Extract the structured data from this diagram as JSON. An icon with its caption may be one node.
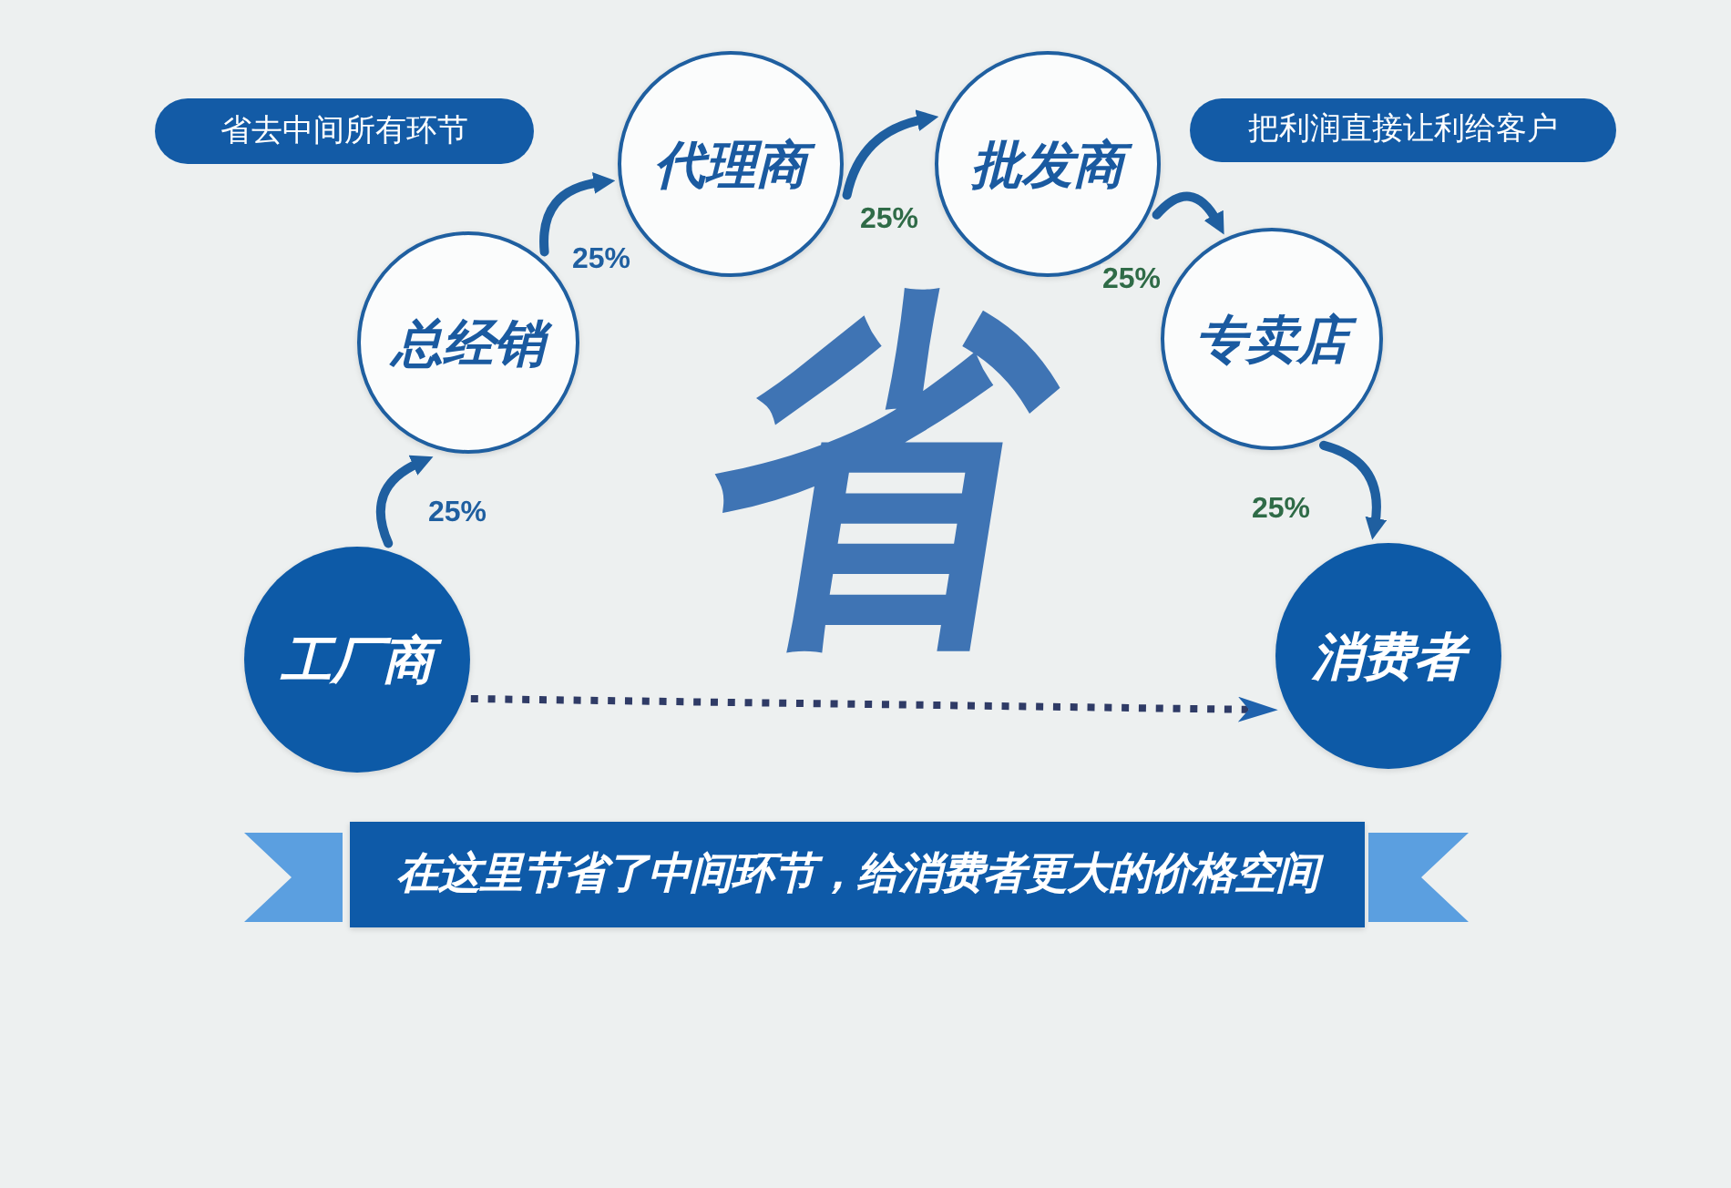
{
  "diagram": {
    "nodes": [
      {
        "text": [
          "省去中间所有环节"
        ]
      },
      {
        "text": [
          "把利润直接让利给客户"
        ]
      },
      {
        "text": [
          "工厂商"
        ]
      },
      {
        "text": [
          "总经销"
        ]
      },
      {
        "text": [
          "代理商"
        ]
      },
      {
        "text": [
          "批发商"
        ]
      },
      {
        "text": [
          "专卖店"
        ]
      },
      {
        "text": [
          "消费者"
        ]
      },
      {
        "text": [
          "在这里节省了中间环节，给消费者更大的价格空间"
        ]
      }
    ],
    "edges": [
      {
        "from": 2,
        "to": 3,
        "arrow": "to",
        "label": "25%"
      },
      {
        "from": 3,
        "to": 4,
        "arrow": "to",
        "label": "25%"
      },
      {
        "from": 4,
        "to": 5,
        "arrow": "to",
        "label": "25%"
      },
      {
        "from": 5,
        "to": 6,
        "arrow": "to",
        "label": "25%"
      },
      {
        "from": 6,
        "to": 7,
        "arrow": "to",
        "label": "25%"
      },
      {
        "from": 2,
        "to": 7,
        "arrow": "to",
        "style": "dashed",
        "color": "#2f3b66"
      }
    ],
    "labels": [
      "省"
    ]
  }
}
